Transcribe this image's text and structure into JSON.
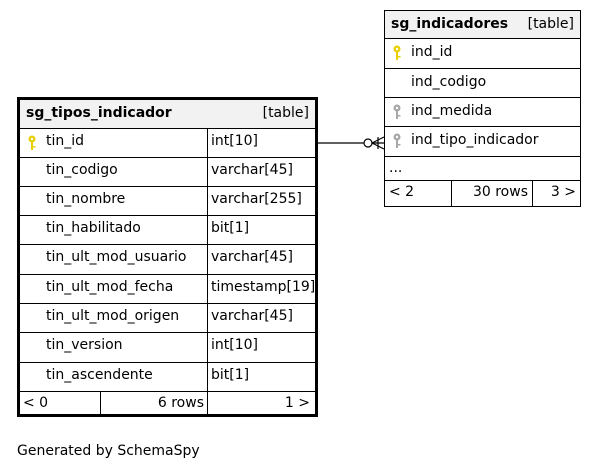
{
  "tables": {
    "tipos": {
      "name": "sg_tipos_indicador",
      "kind": "[table]",
      "columns": [
        {
          "name": "tin_id",
          "type": "int[10]",
          "key": "primary"
        },
        {
          "name": "tin_codigo",
          "type": "varchar[45]",
          "key": ""
        },
        {
          "name": "tin_nombre",
          "type": "varchar[255]",
          "key": ""
        },
        {
          "name": "tin_habilitado",
          "type": "bit[1]",
          "key": ""
        },
        {
          "name": "tin_ult_mod_usuario",
          "type": "varchar[45]",
          "key": ""
        },
        {
          "name": "tin_ult_mod_fecha",
          "type": "timestamp[19]",
          "key": ""
        },
        {
          "name": "tin_ult_mod_origen",
          "type": "varchar[45]",
          "key": ""
        },
        {
          "name": "tin_version",
          "type": "int[10]",
          "key": ""
        },
        {
          "name": "tin_ascendente",
          "type": "bit[1]",
          "key": ""
        }
      ],
      "footer": {
        "parents": "< 0",
        "rows": "6 rows",
        "children": "1 >"
      }
    },
    "indicadores": {
      "name": "sg_indicadores",
      "kind": "[table]",
      "columns": [
        {
          "name": "ind_id",
          "key": "primary"
        },
        {
          "name": "ind_codigo",
          "key": ""
        },
        {
          "name": "ind_medida",
          "key": "foreign"
        },
        {
          "name": "ind_tipo_indicador",
          "key": "foreign"
        }
      ],
      "more": "...",
      "footer": {
        "parents": "< 2",
        "rows": "30 rows",
        "children": "3 >"
      }
    }
  },
  "colors": {
    "primary_key": "#e8d000",
    "foreign_key": "#a8a8a8",
    "header_bg": "#f2f2f2",
    "line": "#000000"
  },
  "icons": {
    "primary_key": "primary-key-icon",
    "foreign_key": "foreign-key-icon"
  },
  "generated_by": "Generated by SchemaSpy"
}
